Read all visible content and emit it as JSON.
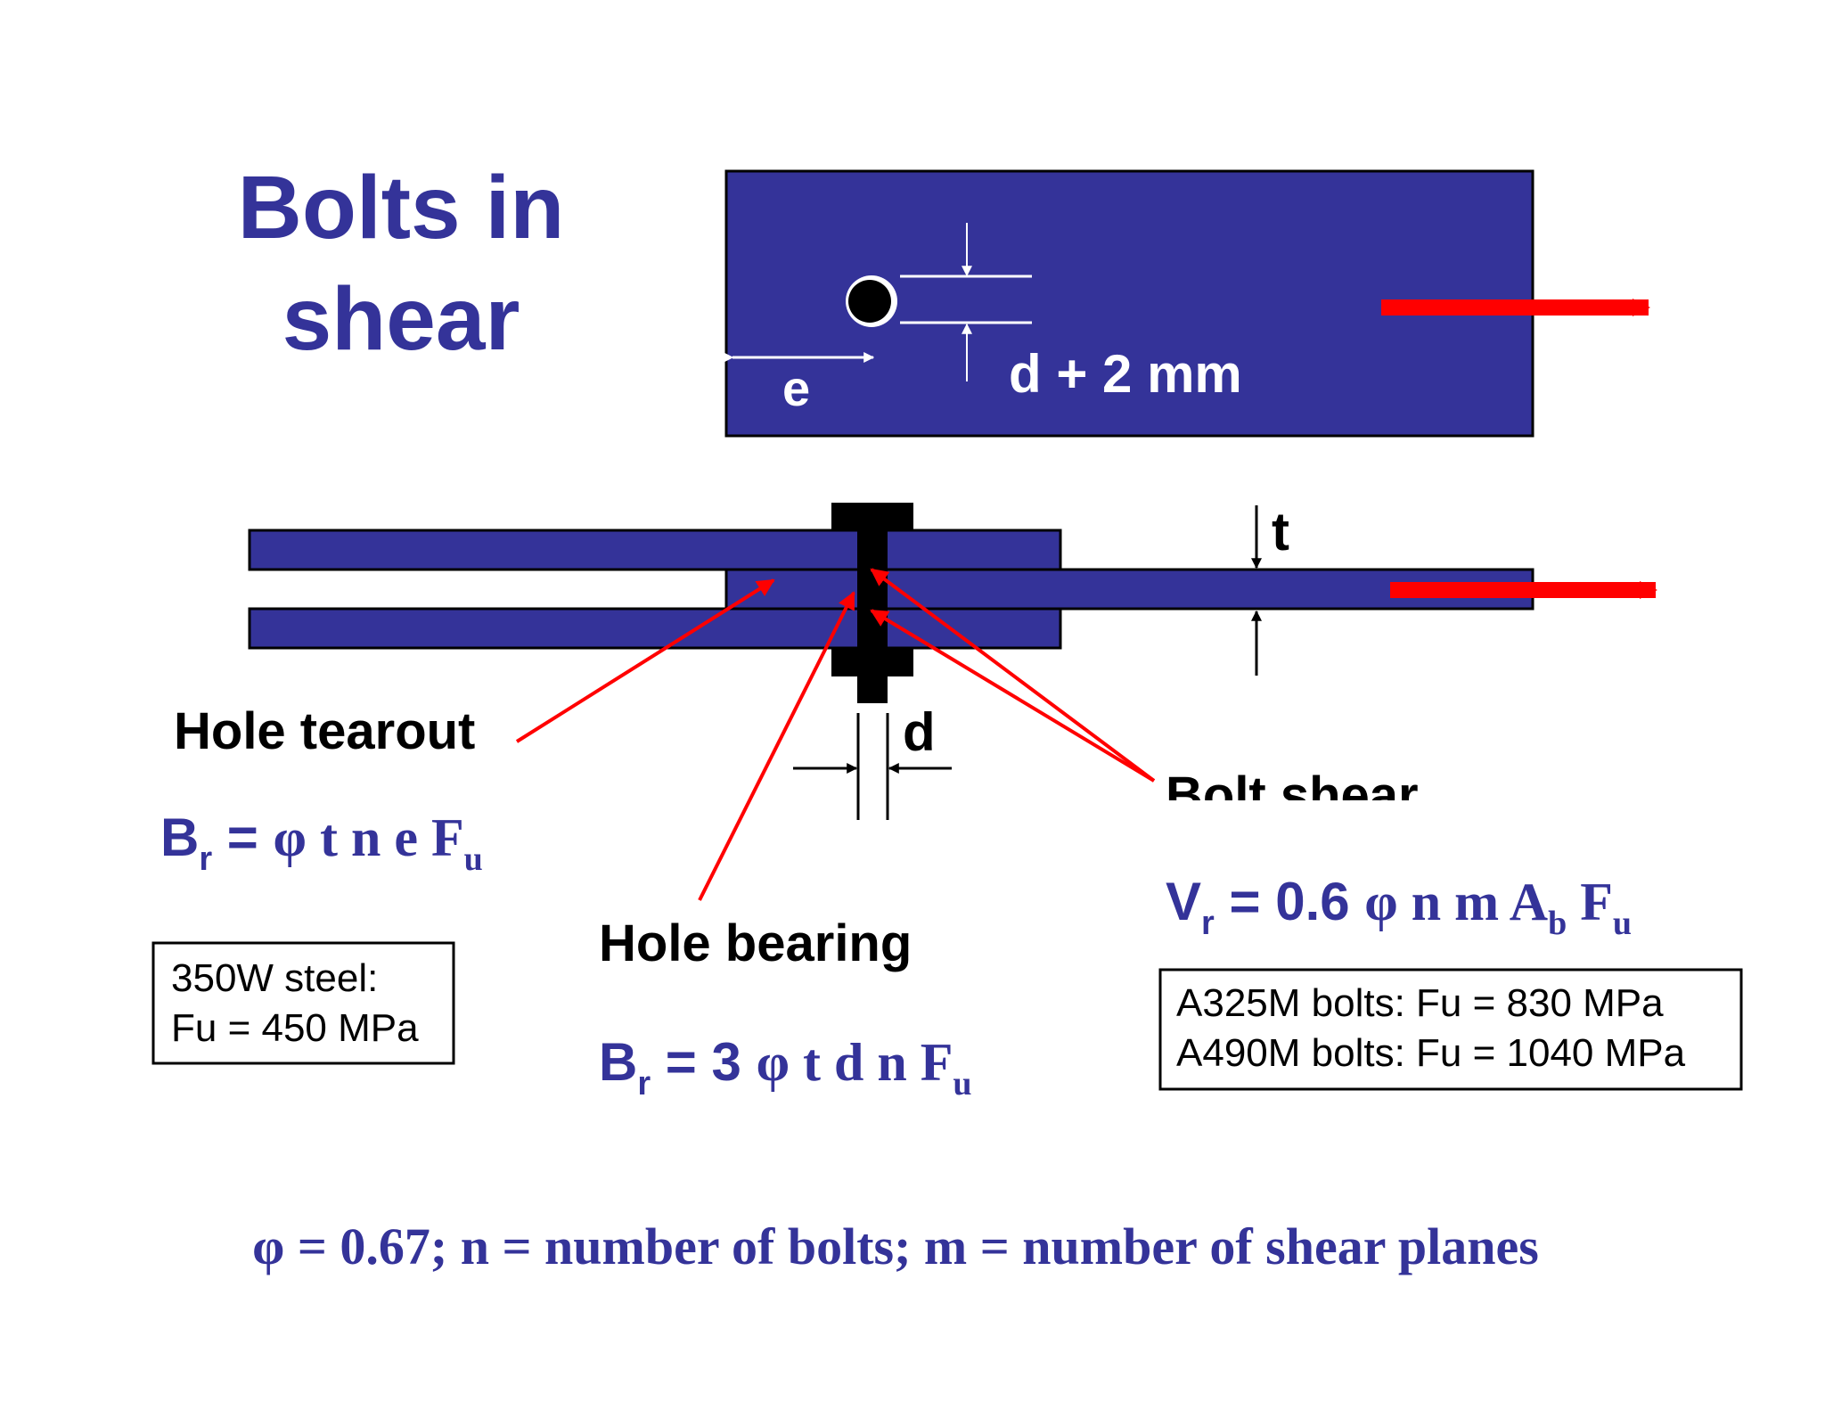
{
  "title": {
    "line1": "Bolts in",
    "line2": "shear"
  },
  "plate_labels": {
    "edge_distance": "e",
    "hole_diameter": "d + 2 mm"
  },
  "side_labels": {
    "thickness": "t",
    "bolt_diameter": "d"
  },
  "failure_labels": {
    "tearout": "Hole tearout",
    "bearing": "Hole bearing",
    "bolt_shear": "Bolt shear"
  },
  "formulas": {
    "tearout": {
      "lhs": "B",
      "lhs_sub": "r",
      "eq": " = ",
      "rhs": "φ t n e F",
      "rhs_sub": "u"
    },
    "bearing": {
      "lhs": "B",
      "lhs_sub": "r",
      "eq": " = 3 ",
      "rhs": "φ t d n F",
      "rhs_sub": "u"
    },
    "bolt_shear": {
      "lhs": "V",
      "lhs_sub": "r",
      "eq": " = 0.6 ",
      "rhs1": "φ n m A",
      "rhs1_sub": "b",
      "rhs2": " F",
      "rhs2_sub": "u"
    }
  },
  "steel_box": {
    "line1": "350W steel:",
    "line2": "Fu = 450 MPa"
  },
  "bolts_box": {
    "line1": "A325M bolts: Fu = 830 MPa",
    "line2": "A490M bolts: Fu = 1040 MPa"
  },
  "footer": "φ = 0.67; n = number of bolts; m = number of shear planes",
  "colors": {
    "plate": "#343399",
    "arrow": "#ff0000",
    "bolt": "#000000",
    "text_blue": "#343399"
  }
}
